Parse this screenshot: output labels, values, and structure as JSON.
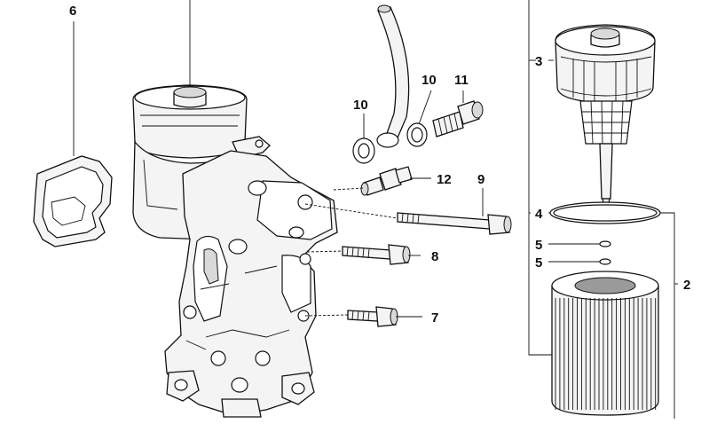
{
  "diagram": {
    "callouts": [
      {
        "id": "c6",
        "text": "6"
      },
      {
        "id": "c10a",
        "text": "10"
      },
      {
        "id": "c10b",
        "text": "10"
      },
      {
        "id": "c11",
        "text": "11"
      },
      {
        "id": "c12",
        "text": "12"
      },
      {
        "id": "c9",
        "text": "9"
      },
      {
        "id": "c8",
        "text": "8"
      },
      {
        "id": "c7",
        "text": "7"
      },
      {
        "id": "c3",
        "text": "3"
      },
      {
        "id": "c4",
        "text": "4"
      },
      {
        "id": "c5a",
        "text": "5"
      },
      {
        "id": "c5b",
        "text": "5"
      },
      {
        "id": "c2",
        "text": "2"
      }
    ]
  }
}
